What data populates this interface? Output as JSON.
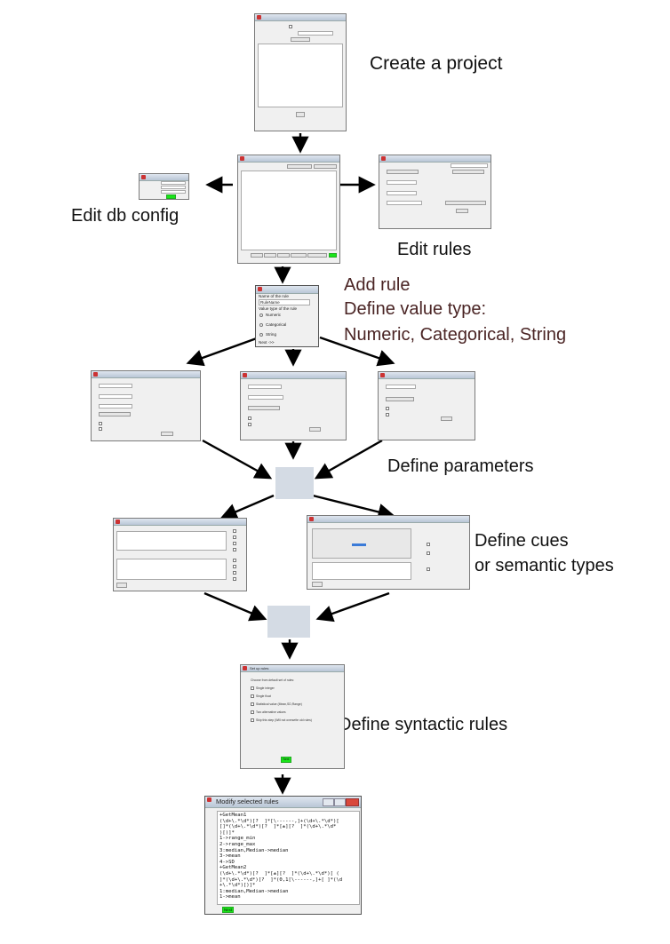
{
  "labels": {
    "create_project": "Create a project",
    "edit_db": "Edit db config",
    "edit_rules": "Edit rules",
    "add_rule": "Add rule",
    "define_value_type": "Define value type:",
    "value_types": "Numeric, Categorical, String",
    "define_parameters": "Define parameters",
    "define_cues_1": "Define cues",
    "define_cues_2": "or semantic types",
    "define_syntactic": "Define syntactic rules"
  },
  "colors": {
    "add_rule_text": "#4a2424",
    "green_button": "#19e619",
    "placeholder_box": "#d4dbe4"
  },
  "modify_window": {
    "title": "Modify selected rules",
    "code_lines": [
      "+GetMean1",
      "(\\d+\\.*\\d*)[?  ]*[\\------,]+(\\d+\\.*\\d*)[",
      "[]*(\\d+\\.*\\d*)[?  ]*[±][?  ]*(\\d+\\.*\\d*",
      ")[)]*",
      "1->range_min",
      "2->range_max",
      "3:median,Median->median",
      "3->mean",
      "4->SD",
      "+GetMean2",
      "(\\d+\\.*\\d*)[?  ]*[±][?  ]*(\\d+\\.*\\d*)[ (",
      "]*(\\d+\\.*\\d*)[?  ]*(0,1[\\------,]+[ ]*(\\d",
      "+\\.*\\d*)[)]*",
      "1:median,Median->median",
      "1->mean"
    ],
    "next_button": "Next"
  },
  "syntactic_window": {
    "title": "Set up rules",
    "heading": "Choose from default set of rules:",
    "options": [
      "Single integer",
      "Single float",
      "Statistical value (Mean,SD,Range)",
      "Two alternative values",
      "Skip this step (Will not overwrite old rules)"
    ],
    "next_button": "Next"
  },
  "add_rule_window": {
    "title": "Add Rule",
    "name_label": "Name of the rule",
    "name_value": "RuleName",
    "type_label": "Value type of the rule",
    "options": [
      "Numeric",
      "Categorical",
      "String"
    ],
    "next_button": "Next ->>"
  }
}
